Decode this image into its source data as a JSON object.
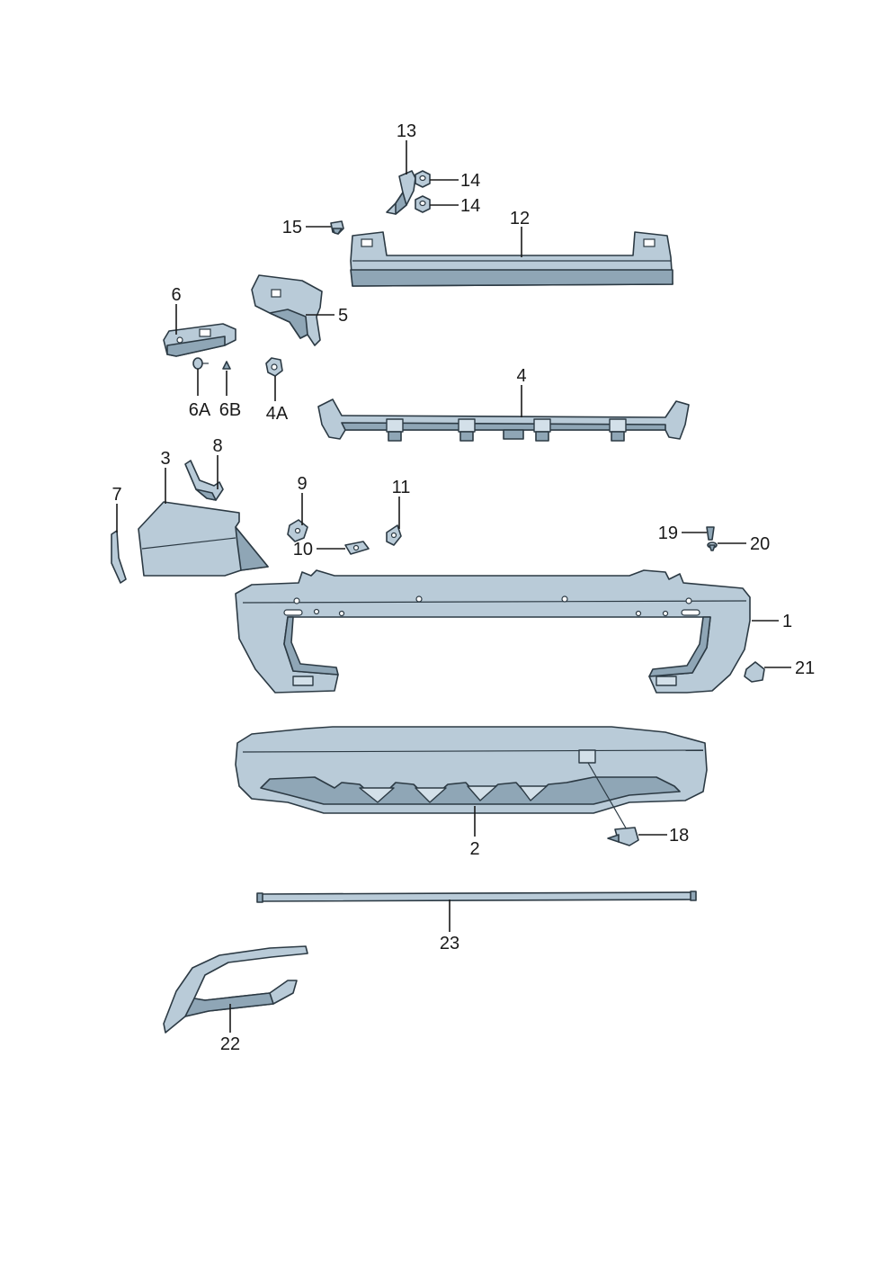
{
  "labels": {
    "p1": "1",
    "p2": "2",
    "p3": "3",
    "p4": "4",
    "p4a": "4A",
    "p5": "5",
    "p6": "6",
    "p6a": "6A",
    "p6b": "6B",
    "p7": "7",
    "p8": "8",
    "p9": "9",
    "p10": "10",
    "p11": "11",
    "p12": "12",
    "p13": "13",
    "p14a": "14",
    "p14b": "14",
    "p15": "15",
    "p18": "18",
    "p19": "19",
    "p20": "20",
    "p21": "21",
    "p22": "22",
    "p23": "23"
  },
  "colors": {
    "part_fill": "#b9cbd8",
    "part_shadow": "#8fa6b6",
    "outline": "#2c3a44",
    "label": "#1a1a1a"
  }
}
